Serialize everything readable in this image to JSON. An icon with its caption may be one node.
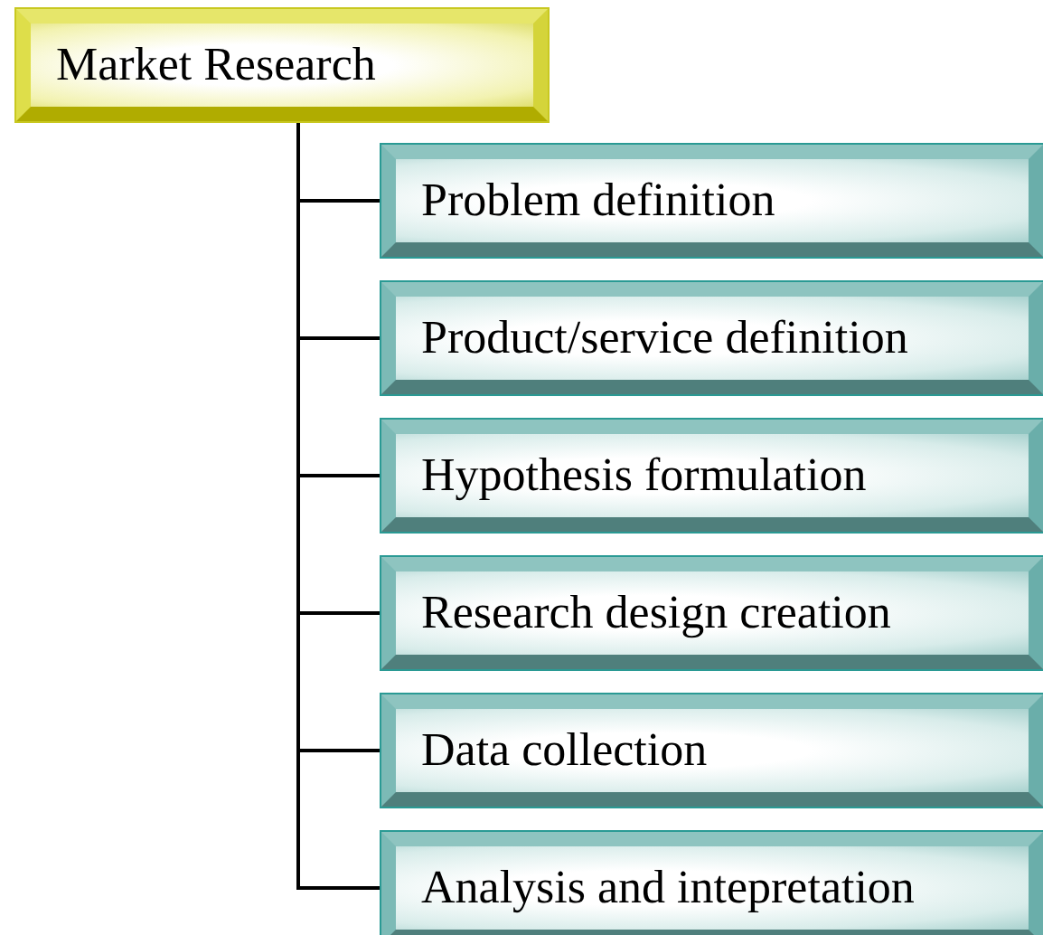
{
  "diagram": {
    "nodes": [
      {
        "text": [
          "Market Research"
        ]
      },
      {
        "text": [
          "Problem definition"
        ]
      },
      {
        "text": [
          "Product/service definition"
        ]
      },
      {
        "text": [
          "Hypothesis formulation"
        ]
      },
      {
        "text": [
          "Research design creation"
        ]
      },
      {
        "text": [
          "Data collection"
        ]
      },
      {
        "text": [
          "Analysis and intepretation"
        ]
      }
    ],
    "edges": [
      {
        "from": 0,
        "to": 1,
        "arrow": "none"
      },
      {
        "from": 0,
        "to": 2,
        "arrow": "none"
      },
      {
        "from": 0,
        "to": 3,
        "arrow": "none"
      },
      {
        "from": 0,
        "to": 4,
        "arrow": "none"
      },
      {
        "from": 0,
        "to": 5,
        "arrow": "none"
      },
      {
        "from": 0,
        "to": 6,
        "arrow": "none"
      }
    ]
  }
}
